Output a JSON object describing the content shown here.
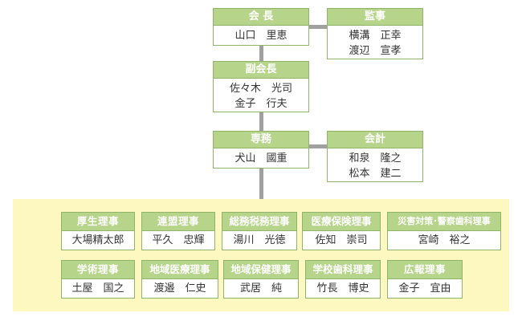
{
  "top_boxes": {
    "president": {
      "title": "会 長",
      "names": [
        "山口　里恵"
      ]
    },
    "auditor": {
      "title": "監事",
      "names": [
        "横溝　正幸",
        "渡辺　宣孝"
      ]
    },
    "vice_president": {
      "title": "副会長",
      "names": [
        "佐々木　光司",
        "金子　行夫"
      ]
    },
    "executive": {
      "title": "専務",
      "names": [
        "犬山　國重"
      ]
    },
    "accountant": {
      "title": "会計",
      "names": [
        "和泉　隆之",
        "松本　建二"
      ]
    }
  },
  "directors_row1": [
    {
      "title": "厚生理事",
      "name": "大場精太郎"
    },
    {
      "title": "連盟理事",
      "name": "平久　忠輝"
    },
    {
      "title": "総務税務理事",
      "name": "湯川　光徳"
    },
    {
      "title": "医療保険理事",
      "name": "佐知　崇司"
    },
    {
      "title": "災害対策･警察歯科理事",
      "name": "宮崎　裕之"
    }
  ],
  "directors_row2": [
    {
      "title": "学術理事",
      "name": "土屋　国之"
    },
    {
      "title": "地域医療理事",
      "name": "渡邉　仁史"
    },
    {
      "title": "地域保健理事",
      "name": "武居　純"
    },
    {
      "title": "学校歯科理事",
      "name": "竹長　博史"
    },
    {
      "title": "広報理事",
      "name": "金子　宜由"
    }
  ],
  "colors": {
    "header_fill": "#b7d48b",
    "border": "#8fb46a",
    "board_bg": "#fcf8c0",
    "connector": "#a0a0a0"
  }
}
